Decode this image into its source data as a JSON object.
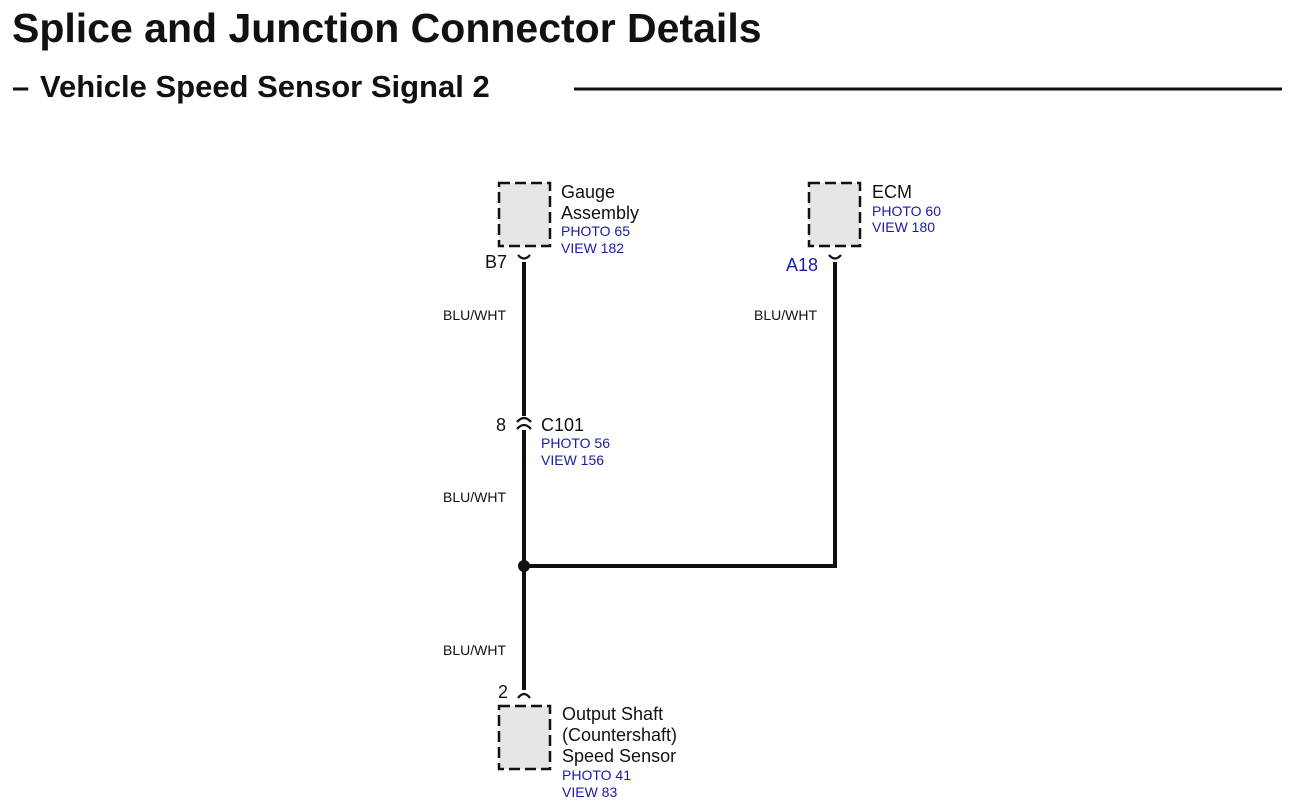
{
  "header": {
    "title": "Splice and Junction Connector Details",
    "subtitle": "Vehicle Speed Sensor Signal 2",
    "subtitle_dash": "–"
  },
  "components": {
    "gauge": {
      "name_line1": "Gauge",
      "name_line2": "Assembly",
      "photo": "PHOTO 65",
      "view": "VIEW 182",
      "pin": "B7"
    },
    "ecm": {
      "name": "ECM",
      "photo": "PHOTO 60",
      "view": "VIEW 180",
      "pin": "A18"
    },
    "c101": {
      "name": "C101",
      "photo": "PHOTO 56",
      "view": "VIEW 156",
      "pin": "8"
    },
    "sensor": {
      "name_line1": "Output Shaft",
      "name_line2": "(Countershaft)",
      "name_line3": "Speed Sensor",
      "photo": "PHOTO 41",
      "view": "VIEW 83",
      "pin": "2"
    }
  },
  "wires": {
    "gauge_to_c101": "BLU/WHT",
    "ecm_to_splice": "BLU/WHT",
    "c101_to_splice": "BLU/WHT",
    "splice_to_sensor": "BLU/WHT"
  },
  "colors": {
    "reference_text": "#1a1aa8",
    "component_fill": "#e6e6e6",
    "wire": "#111111"
  }
}
